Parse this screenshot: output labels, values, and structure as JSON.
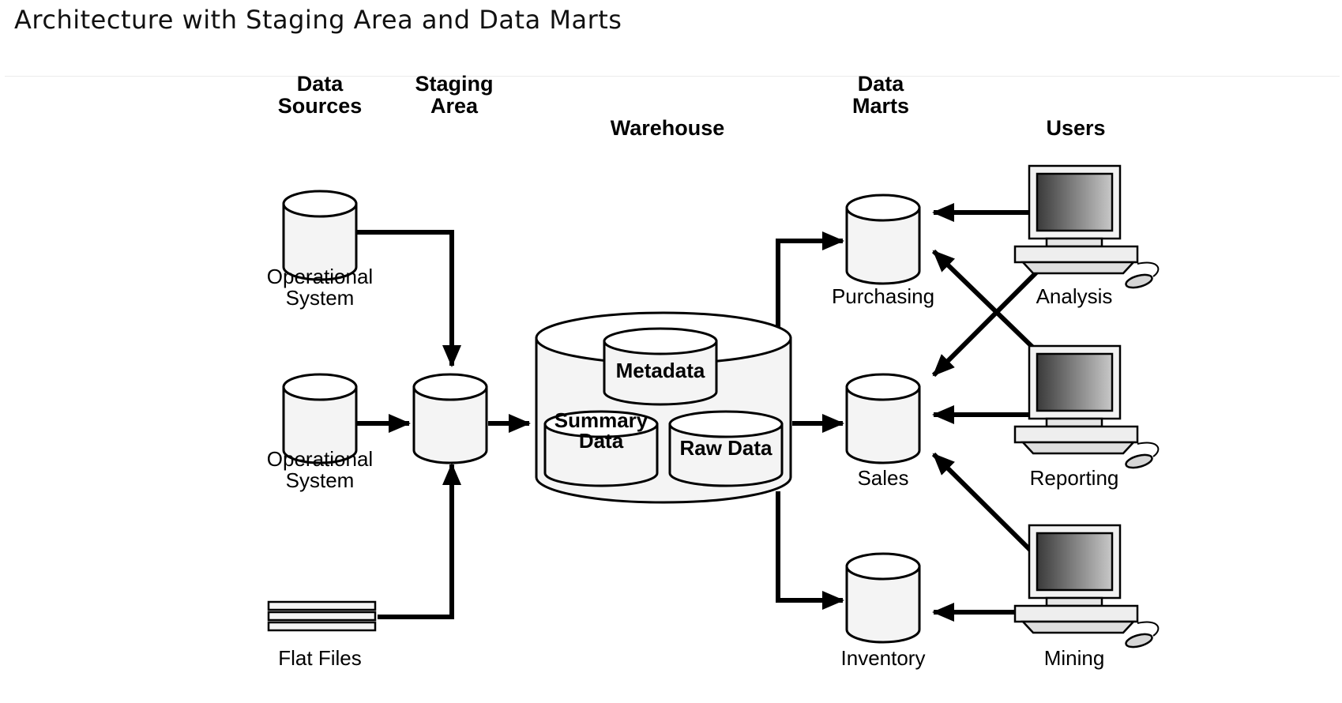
{
  "title": "Architecture with Staging Area and Data Marts",
  "columns": {
    "data_sources": [
      "Data",
      "Sources"
    ],
    "staging_area": [
      "Staging",
      "Area"
    ],
    "warehouse": [
      "Warehouse"
    ],
    "data_marts": [
      "Data",
      "Marts"
    ],
    "users": [
      "Users"
    ]
  },
  "sources": {
    "op1": [
      "Operational",
      "System"
    ],
    "op2": [
      "Operational",
      "System"
    ],
    "flat": [
      "Flat Files"
    ]
  },
  "warehouse_parts": {
    "metadata": [
      "Metadata"
    ],
    "summary": [
      "Summary",
      "Data"
    ],
    "raw": [
      "Raw Data"
    ]
  },
  "marts": {
    "purchasing": [
      "Purchasing"
    ],
    "sales": [
      "Sales"
    ],
    "inventory": [
      "Inventory"
    ]
  },
  "users": {
    "analysis": [
      "Analysis"
    ],
    "reporting": [
      "Reporting"
    ],
    "mining": [
      "Mining"
    ]
  },
  "colors": {
    "cylinder_body": "#f4f4f4",
    "cylinder_top": "#ffffff",
    "screen_dark": "#3a3a3a",
    "screen_light": "#bdbdbd",
    "ink": "#000000"
  }
}
